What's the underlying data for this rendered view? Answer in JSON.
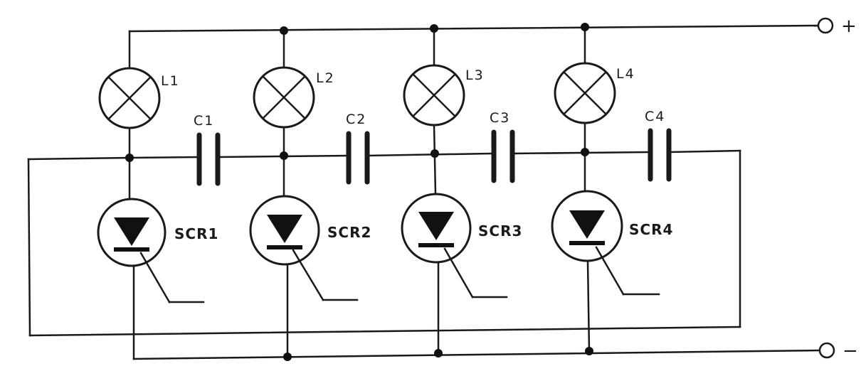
{
  "lamps": [
    {
      "label": "L1"
    },
    {
      "label": "L2"
    },
    {
      "label": "L3"
    },
    {
      "label": "L4"
    }
  ],
  "capacitors": [
    {
      "label": "C1"
    },
    {
      "label": "C2"
    },
    {
      "label": "C3"
    },
    {
      "label": "C4"
    }
  ],
  "scrs": [
    {
      "label": "SCR1"
    },
    {
      "label": "SCR2"
    },
    {
      "label": "SCR3"
    },
    {
      "label": "SCR4"
    }
  ],
  "terminals": {
    "positive": "+",
    "negative": "−"
  }
}
